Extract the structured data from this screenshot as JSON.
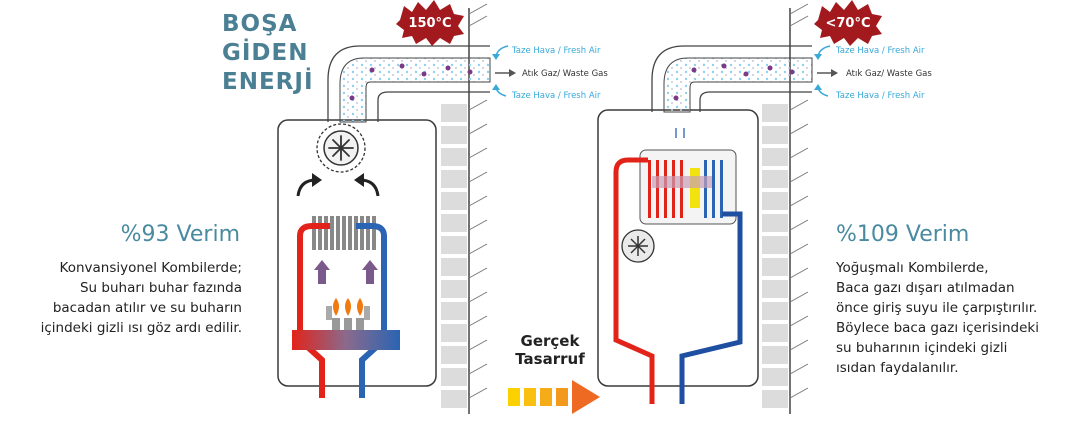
{
  "title_lines": [
    "BOŞA",
    "GİDEN",
    "ENERJİ"
  ],
  "left": {
    "temp_badge": "150°C",
    "efficiency": "%93 Verim",
    "description_lines": [
      "Konvansiyonel Kombilerde;",
      "Su buharı buhar fazında",
      "bacadan atılır ve su buharın",
      "içindeki gizli ısı göz ardı edilir."
    ],
    "flow_labels": {
      "fresh_top": "Taze Hava / Fresh Air",
      "waste": "Atık Gaz/ Waste Gas",
      "fresh_bottom": "Taze Hava / Fresh Air"
    }
  },
  "right": {
    "temp_badge": "<70°C",
    "efficiency": "%109 Verim",
    "description_lines": [
      "Yoğuşmalı Kombilerde,",
      "Baca gazı dışarı atılmadan",
      "önce giriş suyu ile çarpıştırılır.",
      "Böylece baca gazı içerisindeki",
      "su buharının içindeki gizli",
      "ısıdan  faydalanılır."
    ],
    "flow_labels": {
      "fresh_top": "Taze Hava / Fresh Air",
      "waste": "Atık Gaz/ Waste Gas",
      "fresh_bottom": "Taze Hava / Fresh Air"
    }
  },
  "savings_lines": [
    "Gerçek",
    "Tasarruf"
  ],
  "colors": {
    "accent_title": "#4a7f94",
    "efficiency": "#4a8aa0",
    "hot_pipe": "#e2231a",
    "cold_pipe": "#1f5fad",
    "badge": "#a31a1e",
    "fresh_air": "#39a9d8",
    "wall": "#d9d9d9"
  }
}
